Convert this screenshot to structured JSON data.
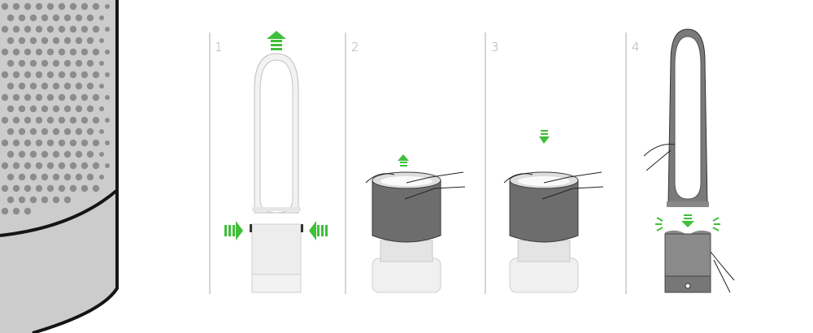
{
  "steps": [
    {
      "number": "1"
    },
    {
      "number": "2"
    },
    {
      "number": "3"
    },
    {
      "number": "4"
    }
  ],
  "colors": {
    "accent_green": "#3fbf3a",
    "divider": "#c8c8c8",
    "body_gray": "#cccccc",
    "dot_gray": "#8c8c8c",
    "tower_dark": "#6a6a6a"
  }
}
